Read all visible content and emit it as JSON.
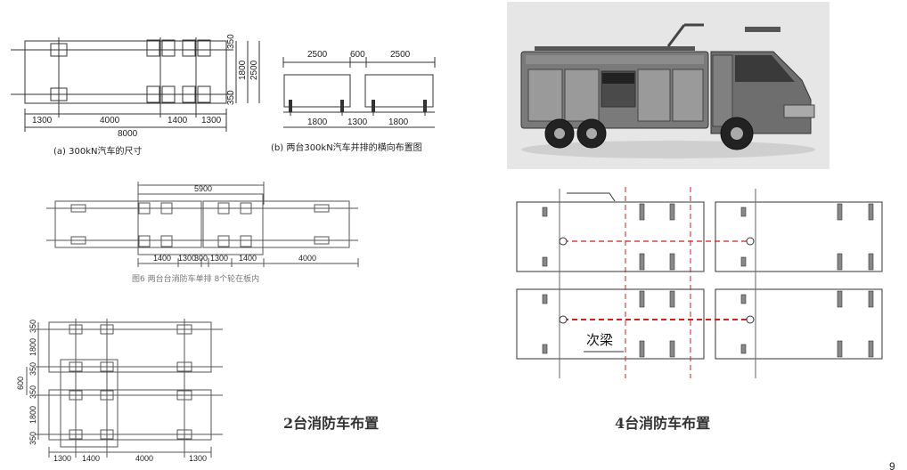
{
  "panel_a": {
    "vertical_dims": [
      "350",
      "1800",
      "350",
      "2500"
    ],
    "bottom_dims": [
      "1300",
      "4000",
      "1400",
      "1300"
    ],
    "total_dim": "8000",
    "caption": "(a) 300kN汽车的尺寸"
  },
  "panel_b": {
    "top_dims": [
      "2500",
      "600",
      "2500"
    ],
    "bottom_dims": [
      "1800",
      "1300",
      "1800"
    ],
    "caption": "(b) 两台300kN汽车并排的横向布置图"
  },
  "panel_c": {
    "top_dim": "5900",
    "bottom_dims": [
      "1400",
      "1300",
      "300",
      "1300",
      "1400",
      "4000"
    ],
    "caption": "图6 两台台消防车单排 8个轮在板内"
  },
  "panel_d": {
    "left_dims": [
      "350",
      "1800",
      "350",
      "350",
      "1800",
      "350"
    ],
    "gap_dim": "600",
    "bottom_dims": [
      "1300",
      "1400",
      "4000",
      "1300"
    ]
  },
  "headings": {
    "two_trucks": "2台消防车布置",
    "four_trucks": "4台消防车布置"
  },
  "panel_e": {
    "secondary_beam_label": "次梁"
  },
  "page_number": "9",
  "colors": {
    "line": "#333333",
    "red_dash": "#cc2222",
    "truck_body": "#b8b8b8"
  },
  "icons": {
    "photo": "fire-truck-photo"
  }
}
